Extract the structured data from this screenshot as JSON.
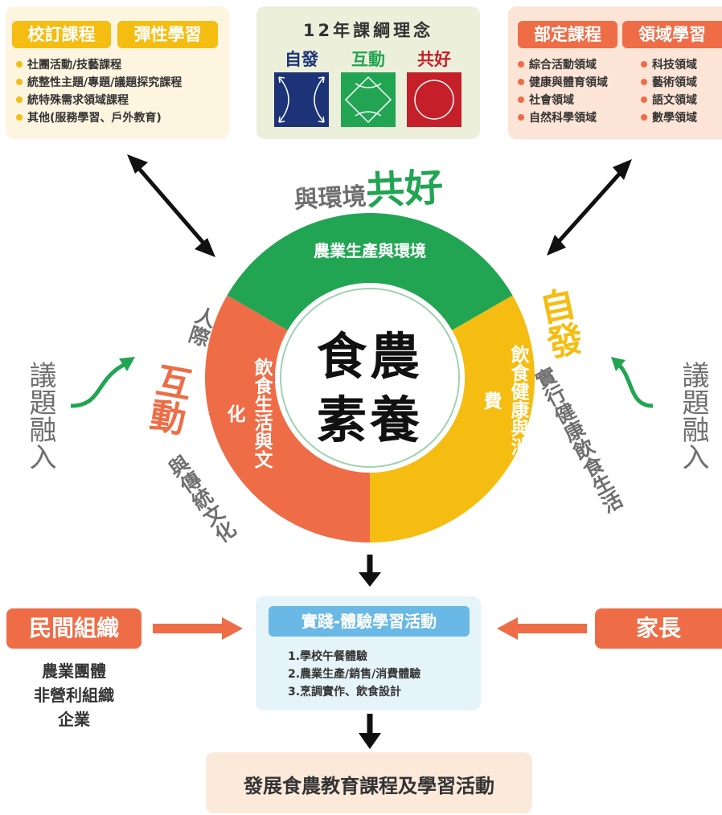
{
  "top_left": {
    "tags": [
      "校訂課程",
      "彈性學習"
    ],
    "items": [
      "社團活動/技藝課程",
      "統整性主題/專題/議題探究課程",
      "統特殊需求領域課程",
      "其他(服務學習、戶外教育)"
    ]
  },
  "top_center": {
    "title": "12年課綱理念",
    "ideas": [
      "自發",
      "互動",
      "共好"
    ]
  },
  "top_right": {
    "tags": [
      "部定課程",
      "領域學習"
    ],
    "col1": [
      "綜合活動領域",
      "健康與體育領域",
      "社會領域",
      "自然科學領域"
    ],
    "col2": [
      "科技領域",
      "藝術領域",
      "語文領域",
      "數學領域"
    ]
  },
  "circle": {
    "center_line1": "食農",
    "center_line2": "素養",
    "top_segment": "農業生產與環境",
    "left_segment": "飲食生活與文化",
    "right_segment": "飲食健康與消費"
  },
  "outer": {
    "top_prefix": "與環境",
    "top_key": "共好",
    "right_key": "自發",
    "right_rest": "實行健康飲食生活",
    "left_key": "互動",
    "left_rest1": "人際",
    "left_rest2": "與傳統文化"
  },
  "issue_left": "議題融入",
  "issue_right": "議題融入",
  "practice": {
    "title": "實踐-體驗學習活動",
    "items": [
      "1.學校午餐體驗",
      "2.農業生產/銷售/消費體驗",
      "3.烹調實作、飲食設計"
    ]
  },
  "left_party": {
    "tag": "民間組織",
    "items": [
      "農業團體",
      "非營利組織",
      "企業"
    ]
  },
  "right_party": {
    "tag": "家長"
  },
  "bottom": "發展食農教育課程及學習活動",
  "colors": {
    "green": "#22a553",
    "orange": "#ee6d46",
    "yellow": "#f5bd12",
    "navy": "#1c3377",
    "red": "#c5202a",
    "blue": "#69b8e5"
  }
}
